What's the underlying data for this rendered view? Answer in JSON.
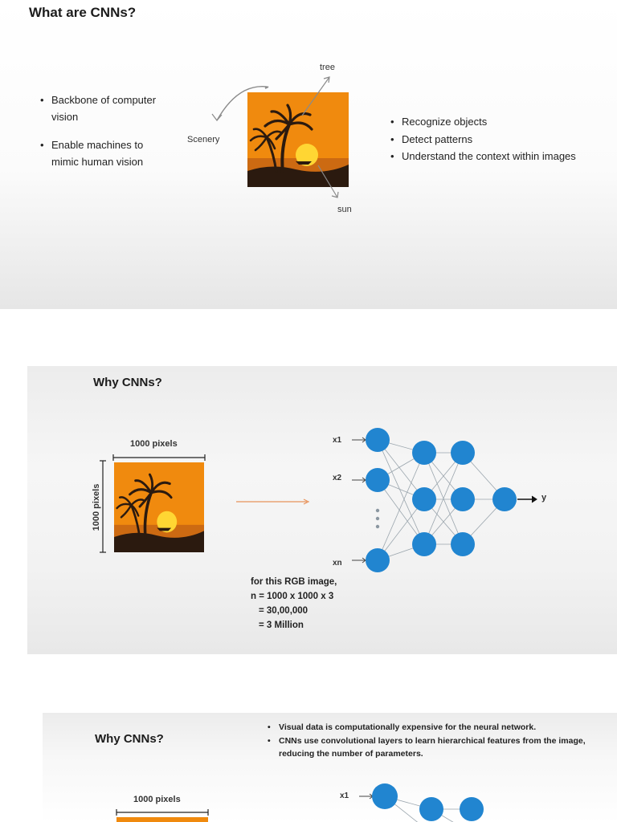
{
  "slide1": {
    "title": "What are CNNs?",
    "left_bullets": [
      "Backbone of computer vision",
      "Enable machines to mimic human vision"
    ],
    "labels": {
      "tree": "tree",
      "scenery": "Scenery",
      "sun": "sun"
    },
    "right_bullets": [
      "Recognize objects",
      "Detect patterns",
      "Understand the context within images"
    ]
  },
  "slide2": {
    "title": "Why CNNs?",
    "width_label": "1000 pixels",
    "height_label": "1000 pixels",
    "inputs": {
      "x1": "x1",
      "x2": "x2",
      "xn": "xn"
    },
    "output": "y",
    "calc": [
      "for this RGB image,",
      "n = 1000 x 1000 x 3",
      "= 30,00,000",
      "= 3 Million"
    ]
  },
  "slide3": {
    "title": "Why CNNs?",
    "bullets": [
      "Visual data is computationally expensive for the neural network.",
      "CNNs use convolutional layers to learn hierarchical features from the image, reducing the number of parameters."
    ],
    "width_label": "1000 pixels",
    "input_label": "x1"
  },
  "colors": {
    "orange": "#f08a0e",
    "node": "#2185d0",
    "silhouette": "#2b1a0f",
    "sun": "#ffd633"
  }
}
